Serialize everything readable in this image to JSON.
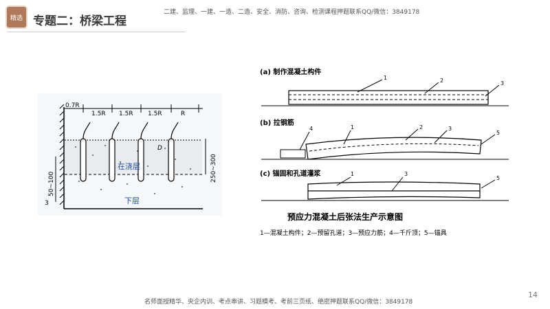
{
  "header": {
    "badge": "精选",
    "title": "专题二：桥梁工程",
    "info": "二建、监理、一建、一造、二造、安全、消防、咨询、检测课程押题联系QQ/微信：3849178"
  },
  "footer": {
    "info": "名师面授精华、央企内训、考点串讲、习题模考、考前三页纸、绝密押题联系QQ/微信：3849178",
    "page": "14"
  },
  "figure_left": {
    "dim_top": [
      "0.7R",
      "1.5R",
      "1.5R",
      "1.5R",
      "R"
    ],
    "label_pour_layer": "在浇层",
    "label_lower_layer": "下层",
    "dim_left": [
      "50~100",
      "3"
    ],
    "dim_right": "250~300",
    "label_d": "D"
  },
  "figure_right": {
    "step_a": "(a) 制作混凝土构件",
    "step_b": "(b) 拉钢筋",
    "step_c": "(c) 锚固和孔道灌浆",
    "caption": "预应力混凝土后张法生产示意图",
    "legend": "1—混凝土构件；2—预留孔道；3—预应力筋；4—千斤顶；5—锚具",
    "num_a": [
      "1",
      "2",
      "3"
    ],
    "num_b": [
      "4",
      "1",
      "2",
      "3",
      "5"
    ],
    "num_c": [
      "1",
      "3",
      "5"
    ]
  }
}
